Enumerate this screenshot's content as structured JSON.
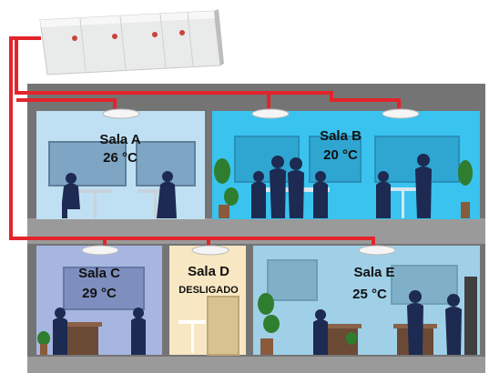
{
  "colors": {
    "wall": "#747474",
    "pipe": "#e3242b",
    "room_a": "#bfe0f3",
    "room_b": "#39c3ee",
    "room_c": "#a7b6e0",
    "room_d": "#f8e7c3",
    "room_e": "#9fd0e7",
    "silhouette": "#1d2a52"
  },
  "rooms": [
    {
      "id": "a",
      "name": "Sala A",
      "status": "26 °C"
    },
    {
      "id": "b",
      "name": "Sala B",
      "status": "20 °C"
    },
    {
      "id": "c",
      "name": "Sala C",
      "status": "29 °C"
    },
    {
      "id": "d",
      "name": "Sala D",
      "status": "DESLIGADO"
    },
    {
      "id": "e",
      "name": "Sala E",
      "status": "25 °C"
    }
  ]
}
